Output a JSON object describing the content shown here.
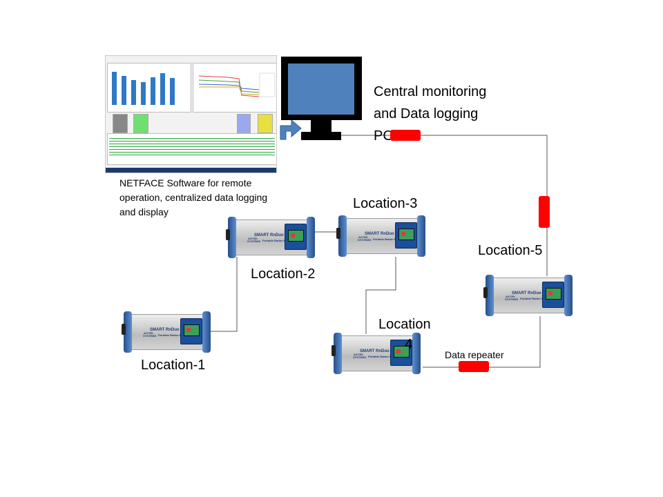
{
  "labels": {
    "central": [
      "Central monitoring",
      "and Data logging",
      "PC"
    ],
    "software": [
      "NETFACE Software for remote",
      "operation, centralized data logging",
      "and display"
    ],
    "loc1": "Location-1",
    "loc2": "Location-2",
    "loc3": "Location-3",
    "loc4": [
      "Location",
      "4"
    ],
    "loc5": "Location-5",
    "repeater": "Data repeater"
  },
  "device": {
    "model": "SMART RnDuo",
    "subtitle": "Portable Radon Monitor",
    "brand": "AGTEK SYSTEMS"
  },
  "colors": {
    "monitor_screen": "#4f81bd",
    "repeater": "#ff0000",
    "device_cap": "#3a6db5"
  }
}
